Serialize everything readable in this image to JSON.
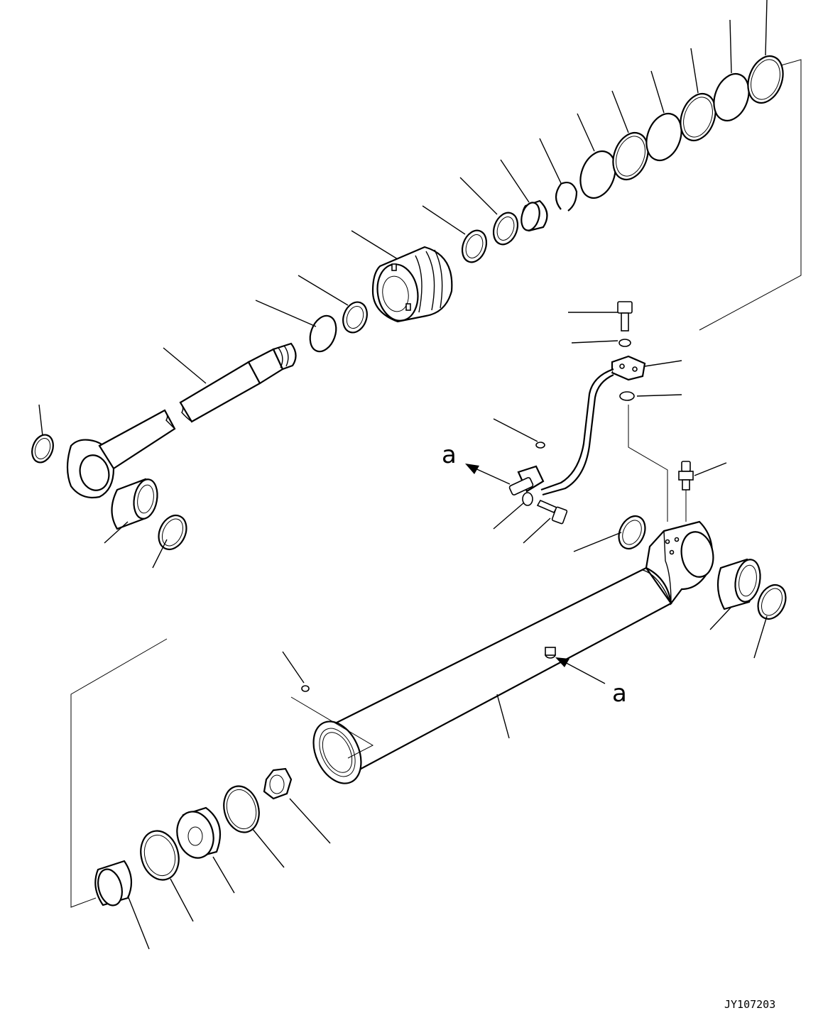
{
  "drawing": {
    "view_markers": {
      "upper": "a",
      "lower": "a"
    },
    "code": "JY107203"
  },
  "colors": {
    "line": "#000000",
    "background": "#ffffff"
  }
}
